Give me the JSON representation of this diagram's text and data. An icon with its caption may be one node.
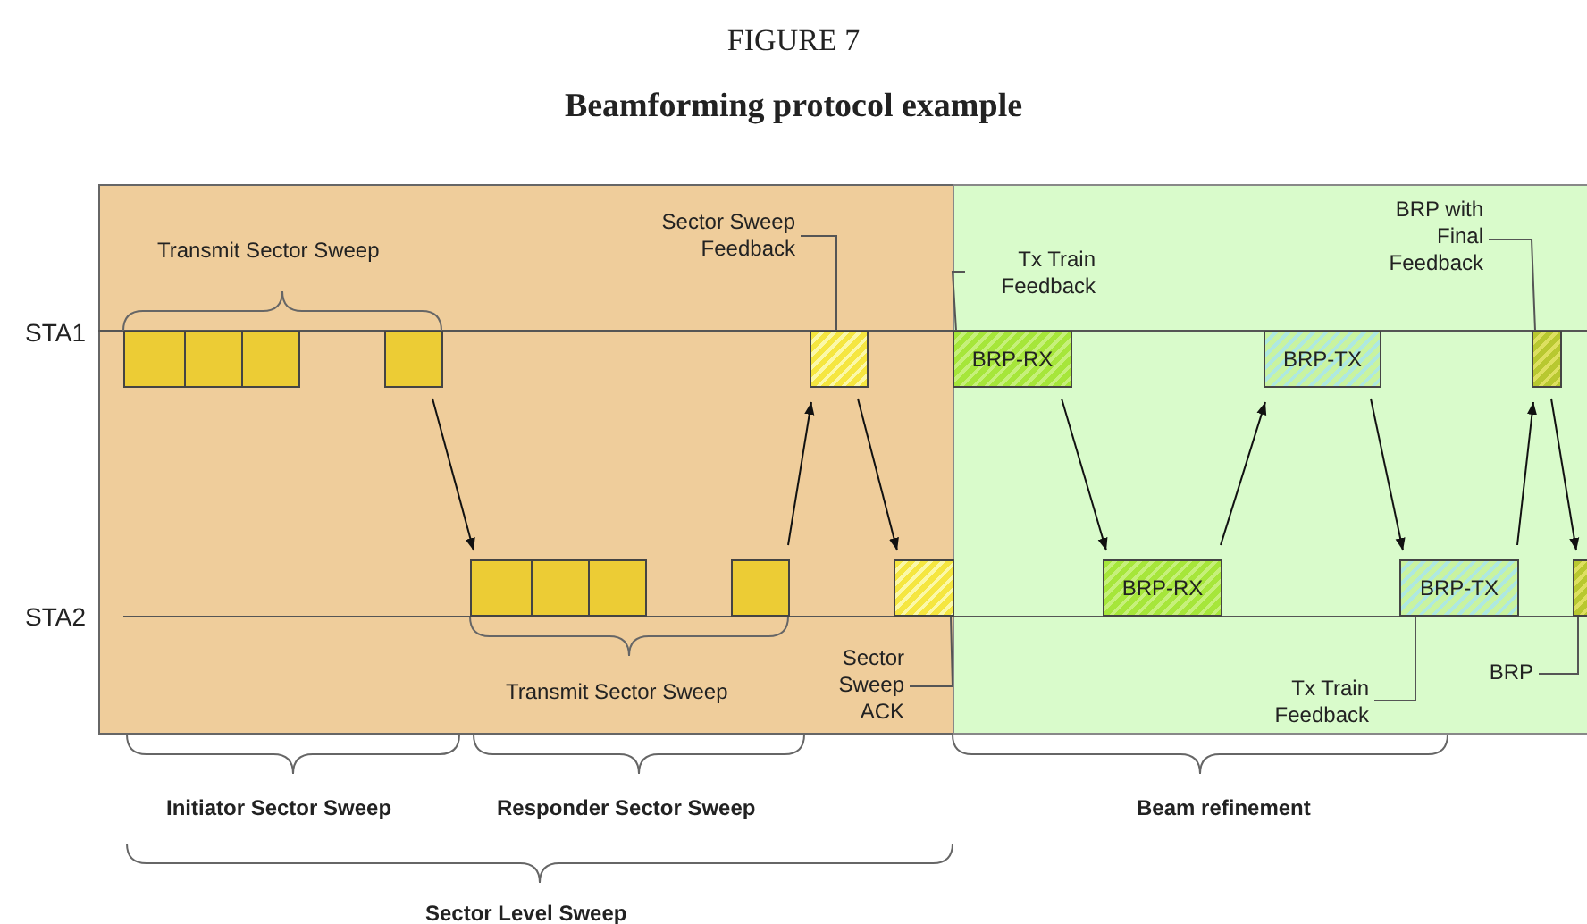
{
  "diagram": {
    "title": "Beamforming protocol example",
    "nodes": [
      {
        "text": [],
        "shape": "box"
      },
      {
        "text": [],
        "shape": "box"
      },
      {
        "text": [],
        "shape": "box"
      },
      {
        "text": [],
        "shape": "box"
      },
      {
        "text": [],
        "shape": "box"
      },
      {
        "text": [],
        "shape": "box"
      },
      {
        "text": [],
        "shape": "box"
      },
      {
        "text": [],
        "shape": "box"
      },
      {
        "text": [],
        "shape": "box"
      },
      {
        "text": [
          "Sector Sweep Feedback"
        ]
      },
      {
        "text": [],
        "shape": "box"
      },
      {
        "text": [
          "Sector Sweep ACK"
        ]
      },
      {
        "text": [
          "BRP-RX"
        ]
      },
      {
        "text": [
          "Tx Train Feedback"
        ]
      },
      {
        "text": [
          "BRP-RX"
        ]
      },
      {
        "text": [
          "BRP-TX"
        ]
      },
      {
        "text": [
          "BRP-TX"
        ]
      },
      {
        "text": [
          "Tx Train Feedback"
        ]
      },
      {
        "text": [],
        "shape": "box"
      },
      {
        "text": [
          "BRP with Final Feedback"
        ]
      },
      {
        "text": [],
        "shape": "box"
      },
      {
        "text": [
          "BRP"
        ]
      }
    ],
    "edges": [
      {
        "from": 3,
        "to": 4,
        "arrow": "to"
      },
      {
        "from": 7,
        "to": 8,
        "arrow": "to"
      },
      {
        "from": 8,
        "to": 10,
        "arrow": "to"
      },
      {
        "from": 9,
        "to": 8,
        "arrow": "none"
      },
      {
        "from": 11,
        "to": 10,
        "arrow": "none"
      },
      {
        "from": 13,
        "to": 12,
        "arrow": "none"
      },
      {
        "from": 12,
        "to": 14,
        "arrow": "to"
      },
      {
        "from": 14,
        "to": 15,
        "arrow": "to"
      },
      {
        "from": 15,
        "to": 16,
        "arrow": "to"
      },
      {
        "from": 17,
        "to": 16,
        "arrow": "none"
      },
      {
        "from": 16,
        "to": 18,
        "arrow": "to"
      },
      {
        "from": 18,
        "to": 20,
        "arrow": "to"
      },
      {
        "from": 19,
        "to": 18,
        "arrow": "none"
      },
      {
        "from": 21,
        "to": 20,
        "arrow": "none"
      }
    ],
    "labels": [
      "FIGURE 7",
      "STA1",
      "STA2",
      "Transmit Sector Sweep",
      "Transmit Sector Sweep",
      "Initiator Sector Sweep",
      "Responder Sector Sweep",
      "Beam refinement",
      "Sector Level Sweep"
    ]
  }
}
